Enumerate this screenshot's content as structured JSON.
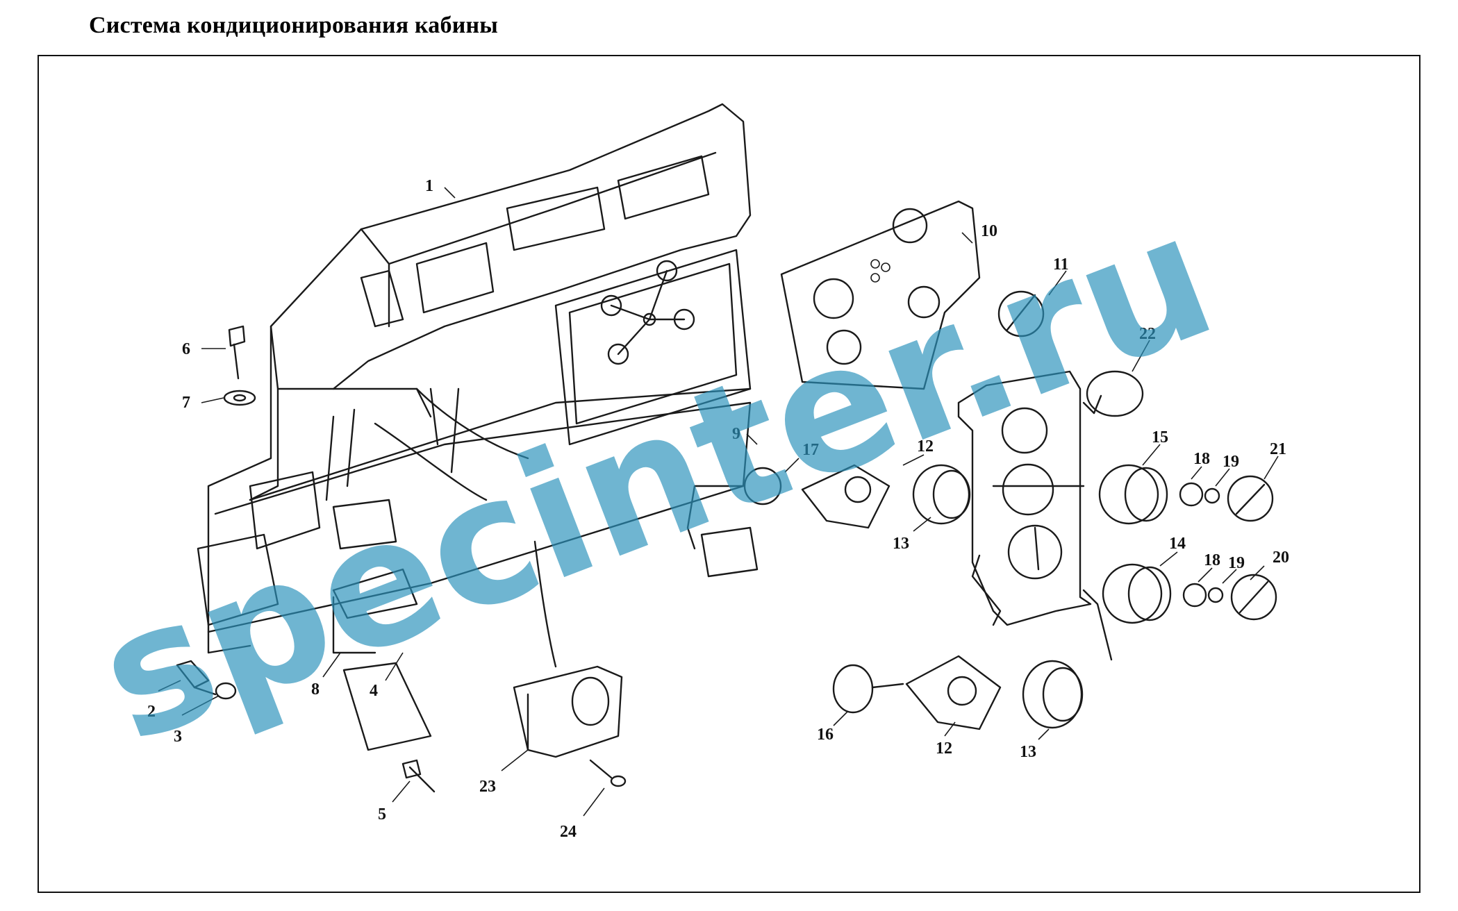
{
  "page": {
    "title": "Система кондиционирования кабины",
    "watermark": "specinter.ru",
    "colors": {
      "ink": "#1a1a1a",
      "watermark": "#2b92bb",
      "frame": "#111111",
      "background": "#ffffff"
    }
  },
  "callouts": [
    {
      "id": "1",
      "label": "1"
    },
    {
      "id": "2",
      "label": "2"
    },
    {
      "id": "3",
      "label": "3"
    },
    {
      "id": "4",
      "label": "4"
    },
    {
      "id": "5",
      "label": "5"
    },
    {
      "id": "6",
      "label": "6"
    },
    {
      "id": "7",
      "label": "7"
    },
    {
      "id": "8",
      "label": "8"
    },
    {
      "id": "9",
      "label": "9"
    },
    {
      "id": "10",
      "label": "10"
    },
    {
      "id": "11",
      "label": "11"
    },
    {
      "id": "12a",
      "label": "12"
    },
    {
      "id": "12b",
      "label": "12"
    },
    {
      "id": "13a",
      "label": "13"
    },
    {
      "id": "13b",
      "label": "13"
    },
    {
      "id": "14",
      "label": "14"
    },
    {
      "id": "15",
      "label": "15"
    },
    {
      "id": "16",
      "label": "16"
    },
    {
      "id": "17",
      "label": "17"
    },
    {
      "id": "18a",
      "label": "18"
    },
    {
      "id": "18b",
      "label": "18"
    },
    {
      "id": "19a",
      "label": "19"
    },
    {
      "id": "19b",
      "label": "19"
    },
    {
      "id": "20",
      "label": "20"
    },
    {
      "id": "21",
      "label": "21"
    },
    {
      "id": "22",
      "label": "22"
    },
    {
      "id": "23",
      "label": "23"
    },
    {
      "id": "24",
      "label": "24"
    }
  ]
}
